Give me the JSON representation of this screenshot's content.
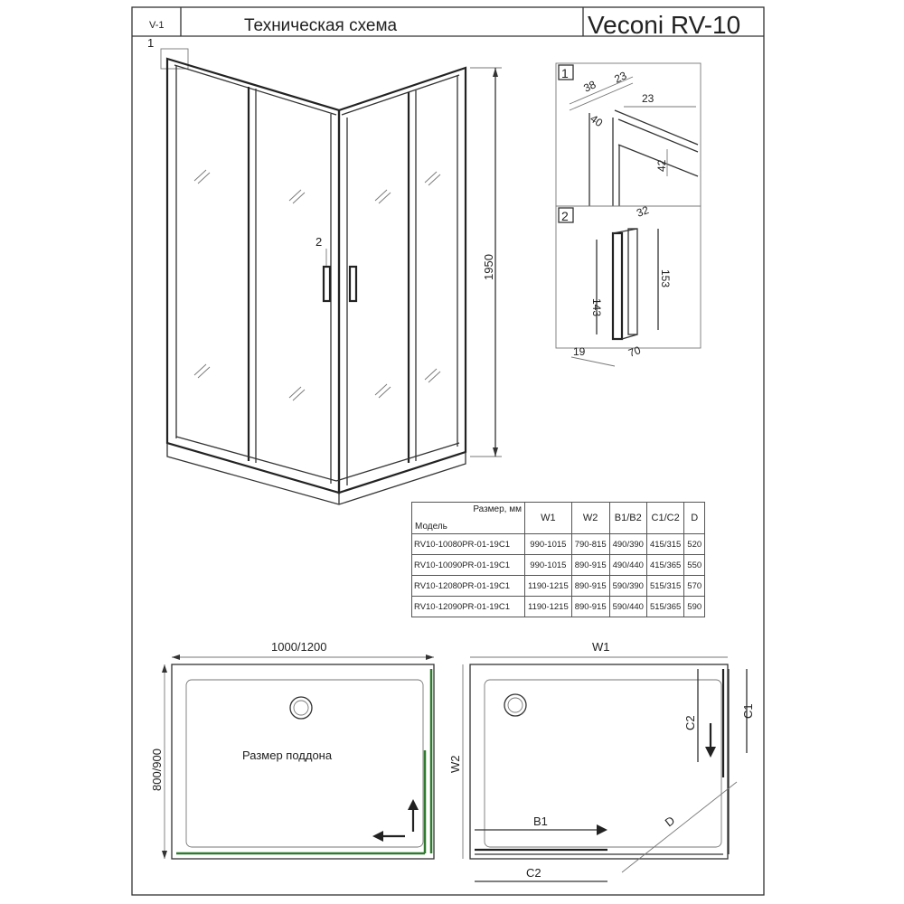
{
  "header": {
    "code": "V-1",
    "title": "Техническая схема",
    "brand": "Veconi RV-10"
  },
  "callouts": {
    "one": "1",
    "two": "2",
    "height": "1950"
  },
  "detail1": {
    "label": "1",
    "d38": "38",
    "d23a": "23",
    "d23b": "23",
    "d40": "40",
    "d42": "42"
  },
  "detail2": {
    "label": "2",
    "d32": "32",
    "d143": "143",
    "d153": "153",
    "d19": "19",
    "d70": "70"
  },
  "table": {
    "corner_top": "Размер, мм",
    "corner_bottom": "Модель",
    "headers": [
      "W1",
      "W2",
      "B1/B2",
      "C1/C2",
      "D"
    ],
    "rows": [
      [
        "RV10-10080PR-01-19C1",
        "990-1015",
        "790-815",
        "490/390",
        "415/315",
        "520"
      ],
      [
        "RV10-10090PR-01-19C1",
        "990-1015",
        "890-915",
        "490/440",
        "415/365",
        "550"
      ],
      [
        "RV10-12080PR-01-19C1",
        "1190-1215",
        "890-915",
        "590/390",
        "515/315",
        "570"
      ],
      [
        "RV10-12090PR-01-19C1",
        "1190-1215",
        "890-915",
        "590/440",
        "515/365",
        "590"
      ]
    ]
  },
  "plan_left": {
    "width": "1000/1200",
    "depth": "800/900",
    "label": "Размер поддона"
  },
  "plan_right": {
    "w1": "W1",
    "w2": "W2",
    "c1": "C1",
    "c2_side": "C2",
    "b1": "B1",
    "c2_bottom": "C2",
    "d": "D"
  },
  "colors": {
    "line": "#333333",
    "accent_green": "#2f7a2f"
  }
}
